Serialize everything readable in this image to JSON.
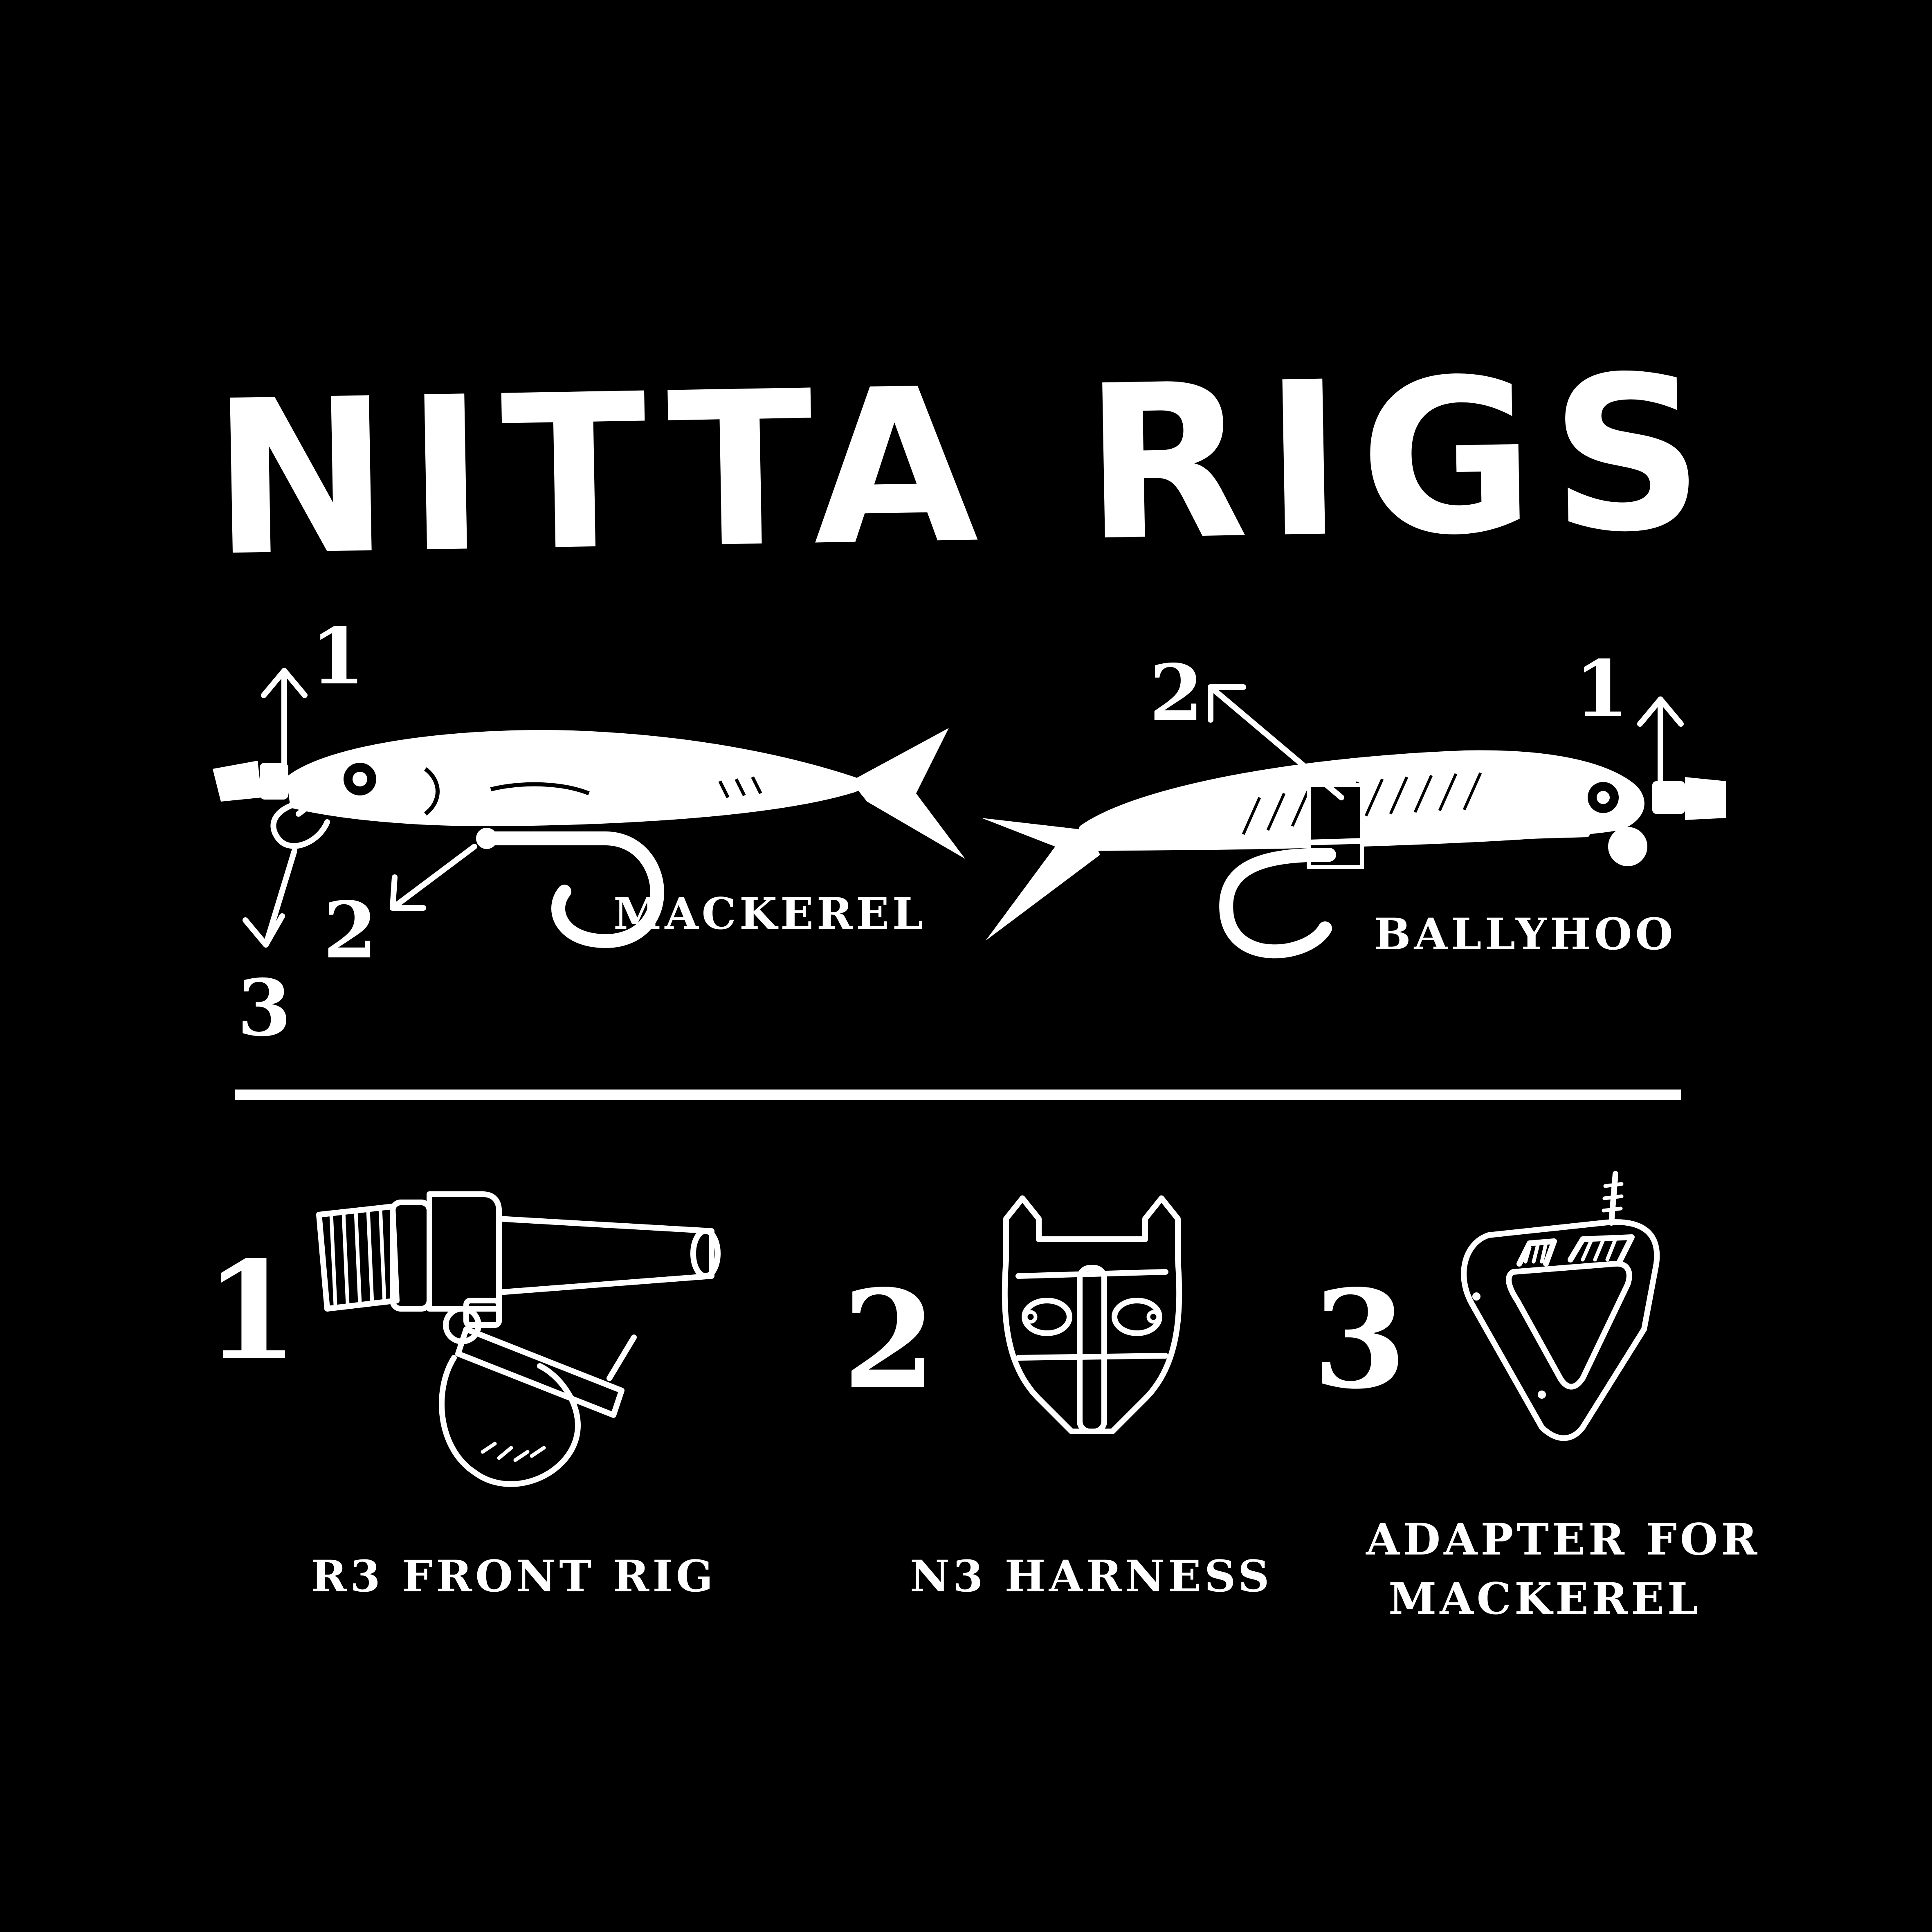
{
  "title": "NITTA RIGS",
  "colors": {
    "background": "#000000",
    "foreground": "#ffffff"
  },
  "rigs": [
    {
      "name": "MACKEREL",
      "callouts": [
        "1",
        "2",
        "3"
      ]
    },
    {
      "name": "BALLYHOO",
      "callouts": [
        "1",
        "2"
      ]
    }
  ],
  "parts": [
    {
      "number": "1",
      "label": "R3 FRONT RIG"
    },
    {
      "number": "2",
      "label": "N3 HARNESS"
    },
    {
      "number": "3",
      "label_line1": "ADAPTER FOR",
      "label_line2": "MACKEREL"
    }
  ],
  "icons": [
    "mackerel-rig-illustration",
    "ballyhoo-rig-illustration",
    "front-rig-icon",
    "harness-icon",
    "adapter-icon"
  ]
}
